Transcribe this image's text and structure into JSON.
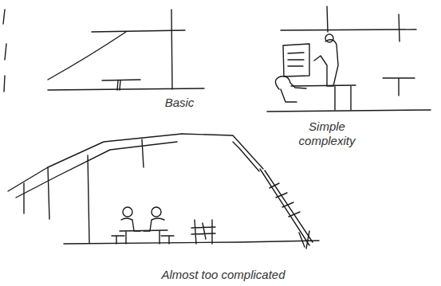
{
  "diagram": {
    "labels": [
      "Basic",
      "Simple complexity",
      "Almost too complicated"
    ]
  }
}
